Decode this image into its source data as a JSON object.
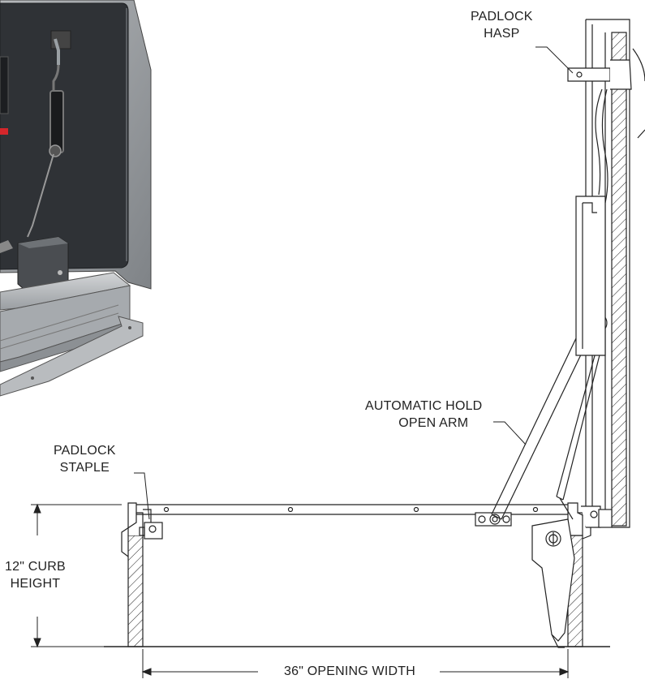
{
  "labels": {
    "padlock_hasp": {
      "line1": "PADLOCK",
      "line2": "HASP"
    },
    "hold_open_arm": {
      "line1": "AUTOMATIC HOLD",
      "line2": "OPEN ARM"
    },
    "padlock_staple": {
      "line1": "PADLOCK",
      "line2": "STAPLE"
    },
    "curb_height": {
      "line1": "12\" CURB",
      "line2": "HEIGHT"
    },
    "opening_width": "36\" OPENING WIDTH"
  },
  "colors": {
    "line": "#222222",
    "panel_dark": "#2f3236",
    "panel_frame": "#8e9297",
    "panel_light": "#c4c7ca",
    "accent_red": "#d4262b"
  }
}
